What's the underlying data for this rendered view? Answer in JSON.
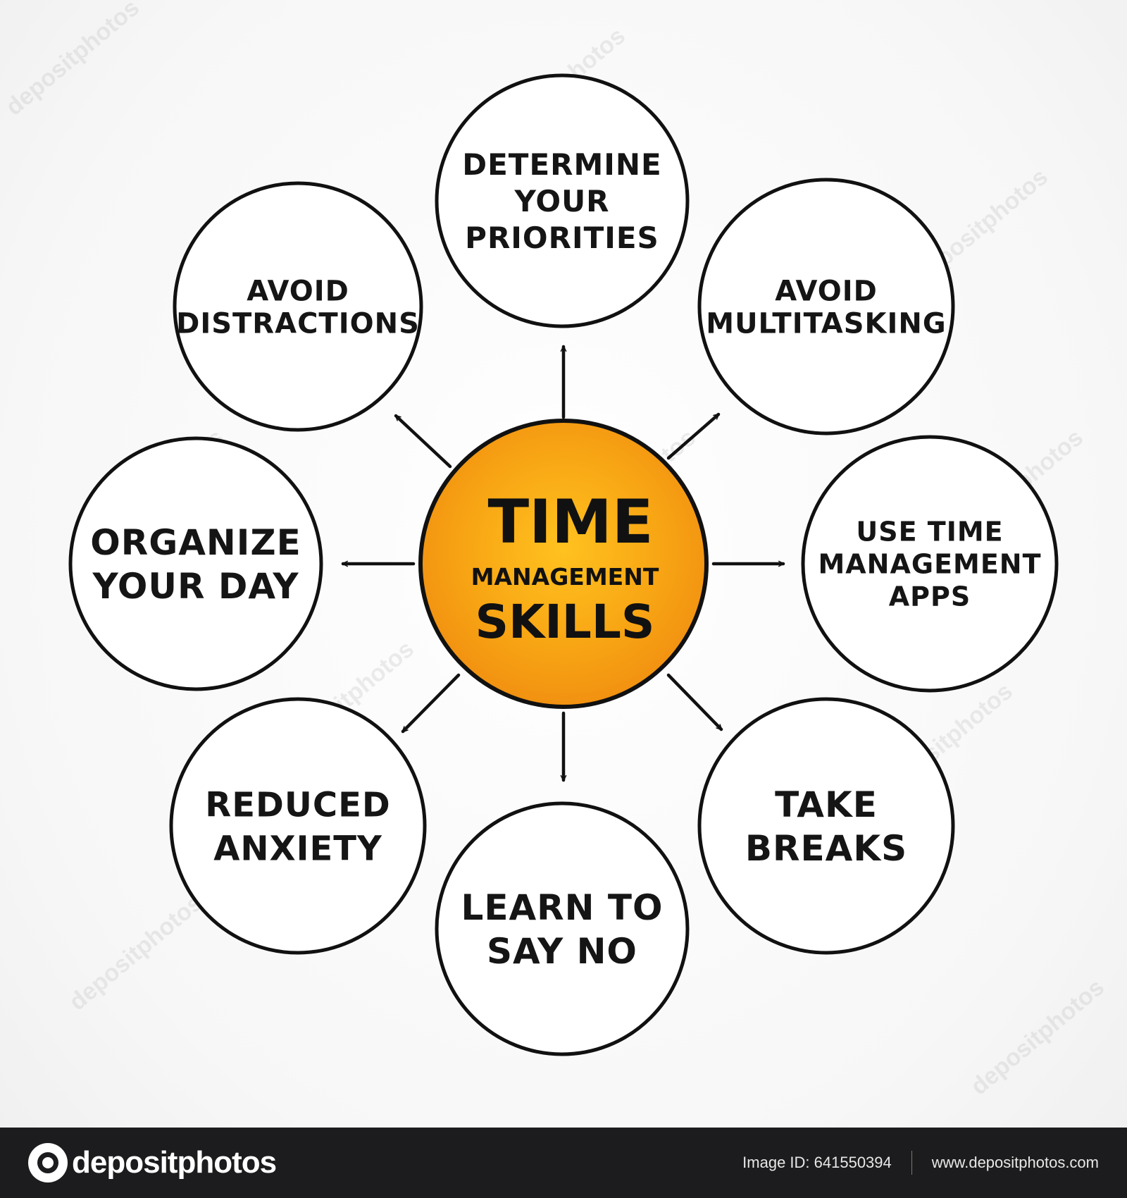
{
  "center": {
    "line1": "TIME",
    "line2": "MANAGEMENT",
    "line3": "SKILLS",
    "color": "#F59A12"
  },
  "nodes": [
    {
      "id": "determine-priorities",
      "lines": [
        "DETERMINE",
        "YOUR",
        "PRIORITIES"
      ]
    },
    {
      "id": "avoid-multitasking",
      "lines": [
        "AVOID",
        "MULTITASKING"
      ]
    },
    {
      "id": "use-time-management-apps",
      "lines": [
        "USE TIME",
        "MANAGEMENT",
        "APPS"
      ]
    },
    {
      "id": "take-breaks",
      "lines": [
        "TAKE",
        "BREAKS"
      ]
    },
    {
      "id": "learn-to-say-no",
      "lines": [
        "LEARN TO",
        "SAY NO"
      ]
    },
    {
      "id": "reduced-anxiety",
      "lines": [
        "REDUCED",
        "ANXIETY"
      ]
    },
    {
      "id": "organize-your-day",
      "lines": [
        "ORGANIZE",
        "YOUR DAY"
      ]
    },
    {
      "id": "avoid-distractions",
      "lines": [
        "AVOID",
        "DISTRACTIONS"
      ]
    }
  ],
  "watermark": "depositphotos",
  "footer": {
    "brand": "depositphotos",
    "image_id": "Image ID: 641550394",
    "url": "www.depositphotos.com"
  }
}
